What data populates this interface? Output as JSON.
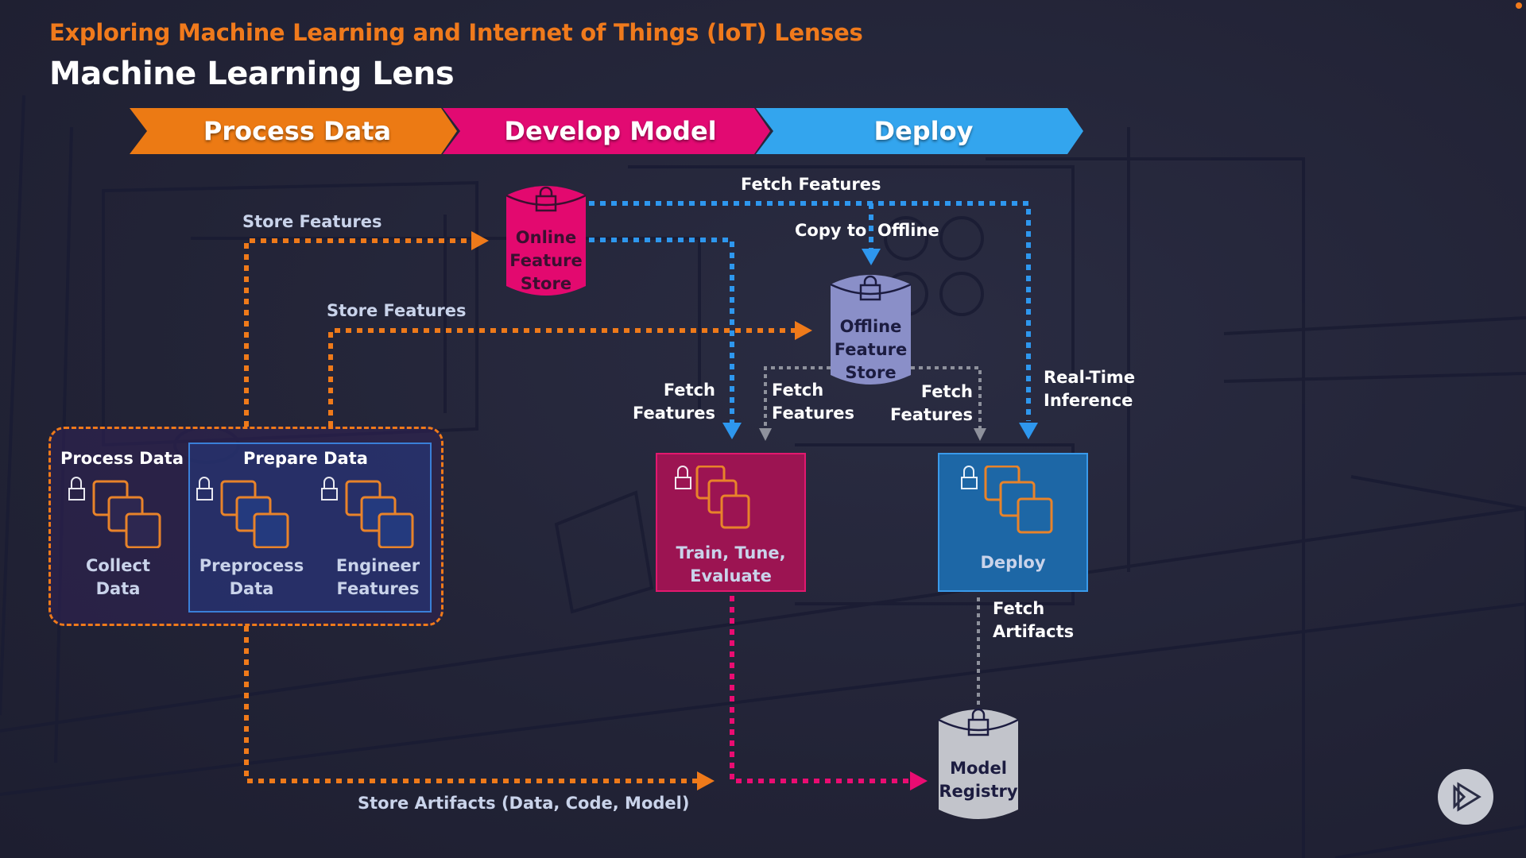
{
  "header": {
    "subtitle": "Exploring Machine Learning and Internet of Things (IoT) Lenses",
    "title": "Machine Learning Lens"
  },
  "phases": [
    {
      "label": "Process Data",
      "color": "#ec7a14"
    },
    {
      "label": "Develop Model",
      "color": "#e20a72"
    },
    {
      "label": "Deploy",
      "color": "#33a5ee"
    }
  ],
  "stores": {
    "online": {
      "lines": [
        "Online",
        "Feature",
        "Store"
      ],
      "color": "#e3096f",
      "icon": "lock-icon"
    },
    "offline": {
      "lines": [
        "Offline",
        "Feature",
        "Store"
      ],
      "color": "#8a8fc8",
      "icon": "lock-icon"
    },
    "registry": {
      "lines": [
        "Model",
        "Registry"
      ],
      "color": "#c2c4cb",
      "icon": "lock-icon"
    }
  },
  "process_group": {
    "process_title": "Process Data",
    "prepare_title": "Prepare Data",
    "steps": [
      {
        "lines": [
          "Collect",
          "Data"
        ],
        "icon": "processing-stack-icon"
      },
      {
        "lines": [
          "Preprocess",
          "Data"
        ],
        "icon": "processing-stack-icon"
      },
      {
        "lines": [
          "Engineer",
          "Features"
        ],
        "icon": "processing-stack-icon"
      }
    ]
  },
  "train_box": {
    "lines": [
      "Train, Tune,",
      "Evaluate"
    ],
    "color": "#9c1452"
  },
  "deploy_box": {
    "lines": [
      "Deploy"
    ],
    "color": "#1d67a6"
  },
  "flow_labels": {
    "store_features_1": "Store Features",
    "store_features_2": "Store Features",
    "fetch_features_top": "Fetch Features",
    "copy_to": "Copy to",
    "offline": "Offline",
    "fetch_features_a": [
      "Fetch",
      "Features"
    ],
    "fetch_features_b": [
      "Fetch",
      "Features"
    ],
    "fetch_features_c": [
      "Fetch",
      "Features"
    ],
    "real_time": [
      "Real-Time",
      "Inference"
    ],
    "fetch_artifacts": [
      "Fetch",
      "Artifacts"
    ],
    "store_artifacts": "Store Artifacts (Data, Code, Model)"
  },
  "flow_colors": {
    "orange": "#ef7a1a",
    "blue": "#2e97ee",
    "pink": "#ea0c72",
    "gray": "#8e919c"
  },
  "branding": {
    "logo_icon": "play-logo-icon"
  }
}
